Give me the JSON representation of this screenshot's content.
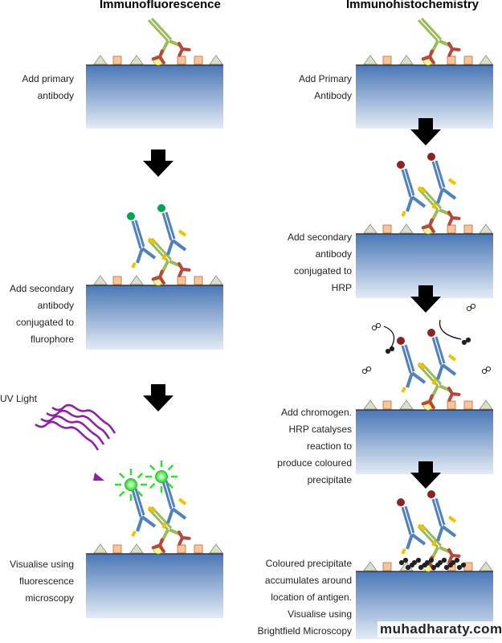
{
  "titles": {
    "left": "Immunofluorescence",
    "right": "Immunohistochemistry"
  },
  "left_steps": [
    "Add primary\nantibody",
    "Add secondary\nantibody\nconjugated to\nflurophore",
    "UV Light",
    "Visualise using\nfluorescence\nmicroscopy"
  ],
  "right_steps": [
    "Add Primary\nAntibody",
    "Add secondary\nantibody\nconjugated to\nHRP",
    "Add chromogen.\nHRP catalyses\nreaction to\nproduce coloured\nprecipitate",
    "Coloured precipitate\naccumulates around\nlocation of antigen.\nVisualise using\nBrightfield Microscopy"
  ],
  "watermark": "muhadharaty.com",
  "colors": {
    "slab_top": "#4a77b6",
    "slab_bottom": "#e3ebf5",
    "primary": "#9bbb59",
    "primary_tip": "#b5473b",
    "secondary": "#4f81bd",
    "secondary_tip": "#f2c200",
    "fluorophore": "#00a651",
    "hrp": "#8b2323",
    "uv": "#8e1fa8",
    "glow": "#33dd33"
  }
}
